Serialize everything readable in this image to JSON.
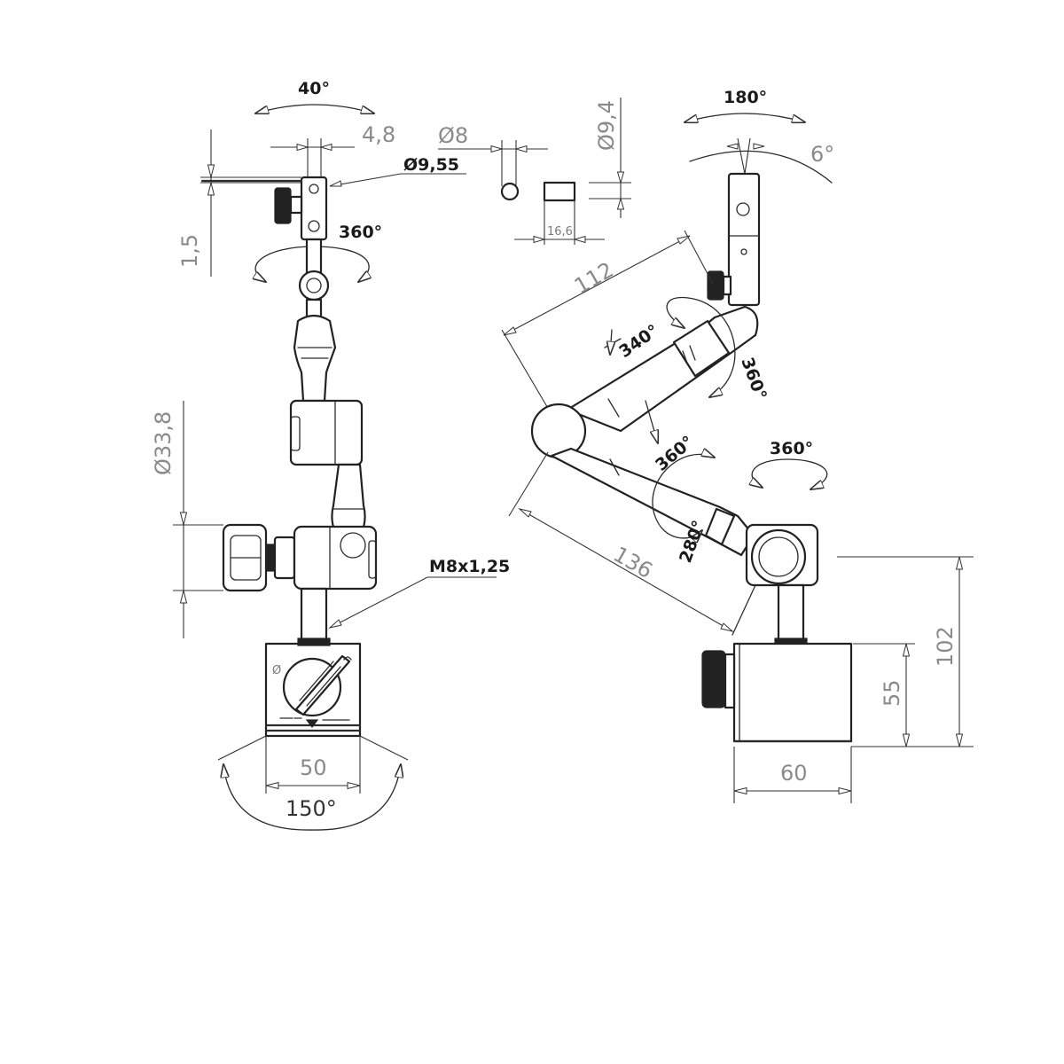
{
  "labels": {
    "angle_40": "40°",
    "dim_4_8": "4,8",
    "dia_8": "Ø8",
    "dia_9_4": "Ø9,4",
    "angle_180": "180°",
    "dia_9_55": "Ø9,55",
    "angle_6": "6°",
    "dim_1_5": "1,5",
    "rot_360_top": "360°",
    "dim_16_6": "16,6",
    "dim_112": "112",
    "rot_340": "340°",
    "rot_360_arm": "360°",
    "dia_33_8": "Ø33,8",
    "rot_360_mid": "360°",
    "rot_360_base": "360°",
    "thread_m8": "M8x1,25",
    "dim_136": "136",
    "rot_280": "280°",
    "dim_102": "102",
    "dim_55": "55",
    "dim_50": "50",
    "angle_150": "150°",
    "dim_60": "60"
  },
  "colors": {
    "line": "#2b2b2b",
    "dimension_text": "#8a8a8a",
    "label_text": "#1a1a1a",
    "background": "#ffffff"
  }
}
